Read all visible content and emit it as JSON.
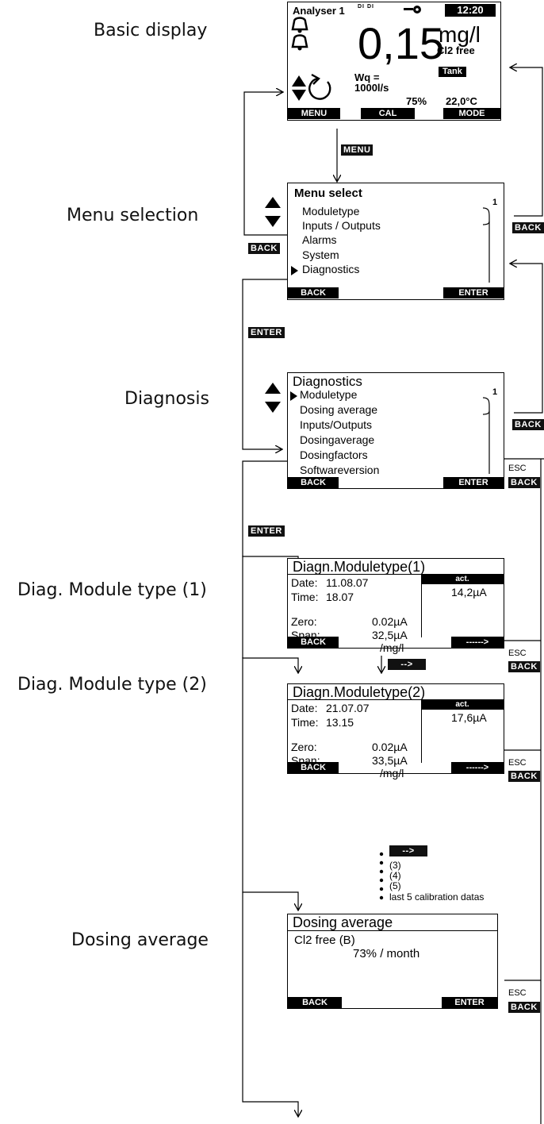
{
  "labels": {
    "basic": "Basic display",
    "menu": "Menu selection",
    "diagnosis": "Diagnosis",
    "diag1": "Diag. Module type (1)",
    "diag2": "Diag. Module type (2)",
    "dosing": "Dosing average"
  },
  "basic": {
    "analyser": "Analyser 1",
    "dig1": "DI DI",
    "time": "12:20",
    "value": "0,15",
    "unit": "mg/l",
    "param": "Cl2 free",
    "tank": "Tank",
    "wq1": "Wq =",
    "wq2": "1000l/s",
    "percent": "75%",
    "temp": "22,0°C",
    "sk1": "MENU",
    "sk2": "CAL",
    "sk3": "MODE"
  },
  "keys": {
    "menu": "MENU",
    "enter1": "ENTER",
    "enter2": "ENTER",
    "back1": "BACK",
    "back2": "BACK",
    "back3": "BACK",
    "back4": "BACK",
    "back5": "BACK",
    "back6": "BACK",
    "esc1": "ESC",
    "esc2": "ESC",
    "esc3": "ESC",
    "esc4": "ESC",
    "next1": "-->",
    "next2": "-->"
  },
  "menu_select": {
    "title": "Menu  select",
    "page": "1",
    "items": [
      "Moduletype",
      "Inputs / Outputs",
      "Alarms",
      "System",
      "Diagnostics"
    ],
    "sk_left": "BACK",
    "sk_right": "ENTER"
  },
  "diagnostics": {
    "title": "Diagnostics",
    "page": "1",
    "items": [
      "Moduletype",
      "Dosing average",
      "Inputs/Outputs",
      "Dosingaverage",
      "Dosingfactors",
      "Softwareversion"
    ],
    "sk_left": "BACK",
    "sk_right": "ENTER"
  },
  "diag1": {
    "title": "Diagn.Moduletype(1)",
    "date_label": "Date:",
    "date": "11.08.07",
    "time_label": "Time:",
    "time": "18.07",
    "zero_label": "Zero:",
    "zero": "0.02µA",
    "span_label": "Span:",
    "span": "32,5µA",
    "span_unit": "/mg/l",
    "act": "act.",
    "act_value": "14,2µA",
    "sk_left": "BACK",
    "sk_right": "------>"
  },
  "diag2": {
    "title": "Diagn.Moduletype(2)",
    "date_label": "Date:",
    "date": "21.07.07",
    "time_label": "Time:",
    "time": "13.15",
    "zero_label": "Zero:",
    "zero": "0.02µA",
    "span_label": "Span:",
    "span": "33,5µA",
    "span_unit": "/mg/l",
    "act": "act.",
    "act_value": "17,6µA",
    "sk_left": "BACK",
    "sk_right": "------>"
  },
  "more": {
    "n3": "(3)",
    "n4": "(4)",
    "n5": "(5)",
    "note": "last 5 calibration datas"
  },
  "dosing": {
    "title": "Dosing average",
    "param": "Cl2 free (B)",
    "value": "73% / month",
    "sk_left": "BACK",
    "sk_right": "ENTER"
  }
}
